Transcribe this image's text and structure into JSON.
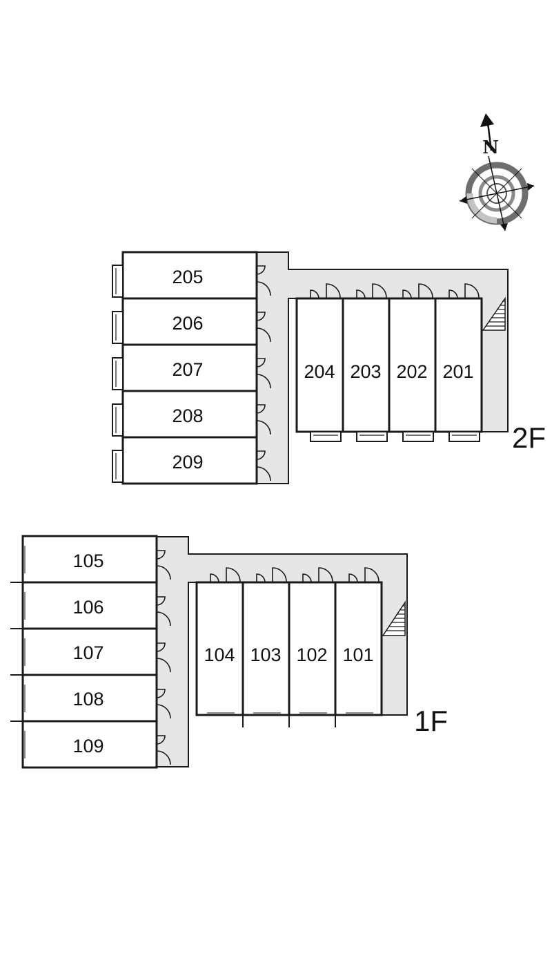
{
  "compass": {
    "north_label": "N"
  },
  "floors": [
    {
      "id": "2F",
      "label": "2F",
      "west_wing_rooms": [
        "205",
        "206",
        "207",
        "208",
        "209"
      ],
      "east_wing_rooms": [
        "204",
        "203",
        "202",
        "201"
      ]
    },
    {
      "id": "1F",
      "label": "1F",
      "west_wing_rooms": [
        "105",
        "106",
        "107",
        "108",
        "109"
      ],
      "east_wing_rooms": [
        "104",
        "103",
        "102",
        "101"
      ]
    }
  ],
  "colors": {
    "corridor": "#e6e6e6",
    "wall": "#1a1a1a",
    "compass_ring_dark": "#6e6e6e",
    "compass_ring_light": "#c4c4c4"
  }
}
